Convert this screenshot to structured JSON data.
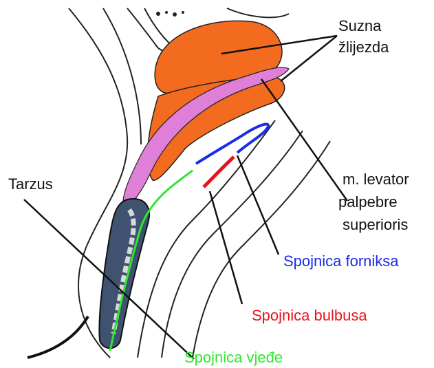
{
  "labels": {
    "suzna": "Suzna",
    "zlijezda": "žlijezda",
    "levator_1": "m. levator",
    "levator_2": "palpebre",
    "levator_3": "superioris",
    "tarzus": "Tarzus",
    "forniks": "Spojnica forniksa",
    "bulbus": "Spojnica bulbusa",
    "vjede": "Spojnica vjeđe"
  },
  "colors": {
    "gland": "#f26b1f",
    "levator": "#e07fd8",
    "tarsus": "#3f5270",
    "forniks": "#1a2ce8",
    "bulbus": "#e8141c",
    "vjede": "#2ee82e",
    "text": "#111111"
  }
}
